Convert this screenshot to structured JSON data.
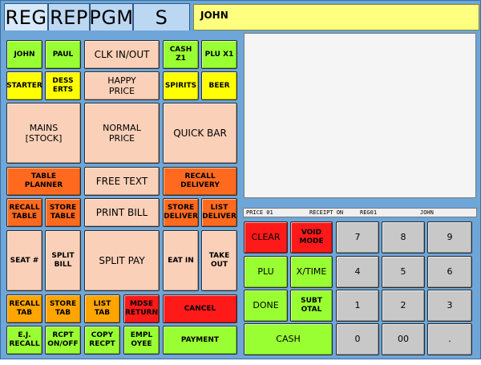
{
  "tabs": [
    "REG",
    "REP",
    "PGM",
    "S"
  ],
  "active_tab": "REG",
  "operator_bar": "JOHN",
  "status": {
    "price": "PRICE 01",
    "receipt": "RECEIPT ON",
    "register": "REG01",
    "operator": "JOHN"
  },
  "keys": {
    "john": "JOHN",
    "paul": "PAUL",
    "clk": "CLK IN/OUT",
    "cash_z1": "CASH Z1",
    "plu_x1": "PLU X1",
    "starter": "STARTER",
    "desserts": "DESS\nERTS",
    "happy": "HAPPY\nPRICE",
    "spirits": "SPIRITS",
    "beer": "BEER",
    "mains": "MAINS\n[STOCK]",
    "normal": "NORMAL\nPRICE",
    "quickbar": "QUICK BAR",
    "table_planner": "TABLE\nPLANNER",
    "free_text": "FREE TEXT",
    "recall_delivery": "RECALL\nDELIVERY",
    "recall_table": "RECALL\nTABLE",
    "store_table": "STORE\nTABLE",
    "print_bill": "PRINT BILL",
    "store_deliver": "STORE\nDELIVER",
    "list_deliver": "LIST\nDELIVER",
    "seat": "SEAT #",
    "split_bill": "SPLIT\nBILL",
    "split_pay": "SPLIT PAY",
    "eat_in": "EAT IN",
    "take_out": "TAKE\nOUT",
    "recall_tab": "RECALL\nTAB",
    "store_tab": "STORE\nTAB",
    "list_tab": "LIST\nTAB",
    "mdse_return": "MDSE\nRETURN",
    "cancel": "CANCEL",
    "ej_recall": "E.J.\nRECALL",
    "rcpt": "RCPT\nON/OFF",
    "copy_recpt": "COPY\nRECPT",
    "employee": "EMPL\nOYEE",
    "payment": "PAYMENT",
    "clear": "CLEAR",
    "void_mode": "VOID\nMODE",
    "plu": "PLU",
    "xtime": "X/TIME",
    "done": "DONE",
    "subtotal": "SUBT\nOTAL",
    "cash": "CASH",
    "n7": "7",
    "n8": "8",
    "n9": "9",
    "n4": "4",
    "n5": "5",
    "n6": "6",
    "n1": "1",
    "n2": "2",
    "n3": "3",
    "n0": "0",
    "n00": "00",
    "dot": "."
  },
  "colors": {
    "green": "#99ff33",
    "yellow": "#ffff00",
    "peach": "#fbd0b8",
    "orange": "#ff6a1f",
    "amber": "#ffa500",
    "red": "#ff1a1a",
    "grey": "#c8c8c8",
    "frame": "#6ea6d8"
  }
}
